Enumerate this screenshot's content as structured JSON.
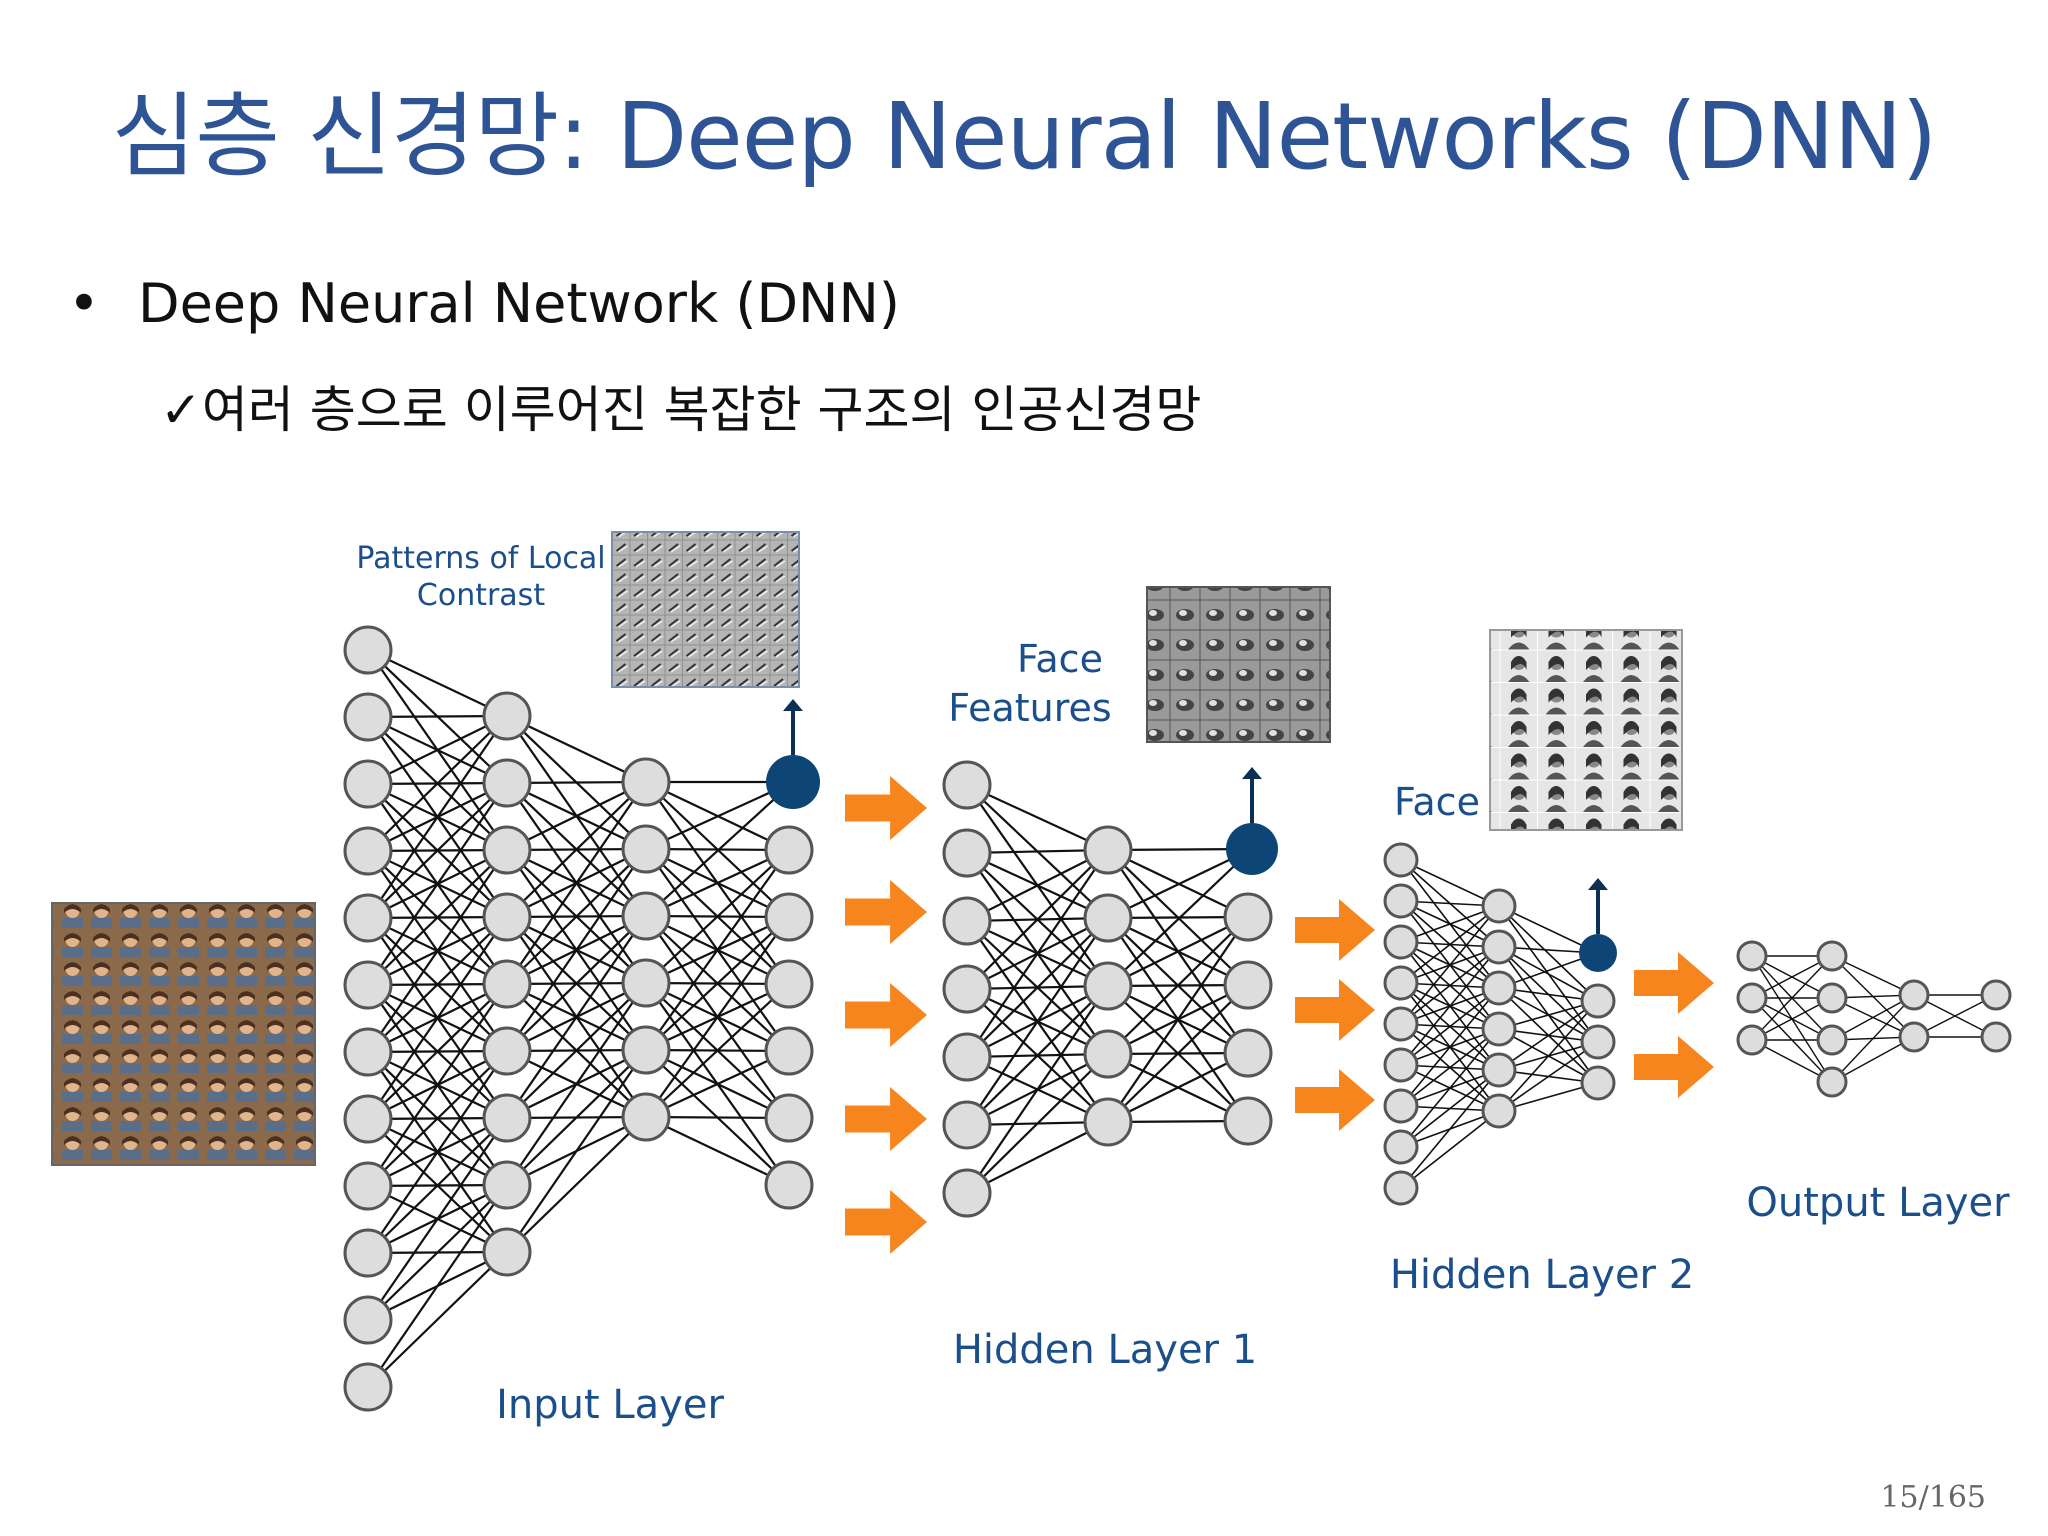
{
  "title": "심층 신경망: Deep Neural Networks (DNN)",
  "bullet": {
    "marker": "•",
    "text": "Deep Neural Network (DNN)",
    "sub": {
      "marker": "✓",
      "text": "여러 층으로 이루어진 복잡한 구조의 인공신경망"
    }
  },
  "diagram": {
    "labels": {
      "patterns_line1": "Patterns of Local",
      "patterns_line2": "Contrast",
      "face_features_line1": "Face",
      "face_features_line2": "Features",
      "face": "Face",
      "input_layer": "Input Layer",
      "hidden_layer_1": "Hidden Layer 1",
      "hidden_layer_2": "Hidden Layer 2",
      "output_layer": "Output Layer"
    },
    "colors": {
      "label": "#1B4F8C",
      "arrow": "#F7851E",
      "highlight_node": "#0D4577",
      "node_fill": "#DDDDDD",
      "node_stroke": "#555555"
    }
  },
  "page_number": "15/165"
}
